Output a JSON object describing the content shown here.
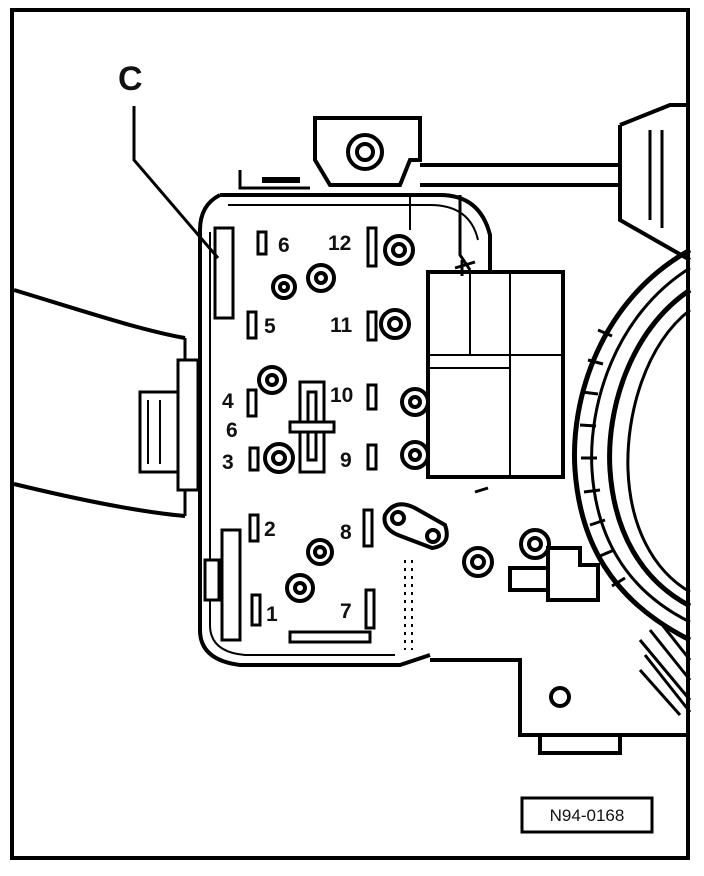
{
  "callout": "C",
  "reference_code": "N94-0168",
  "terminal_labels": {
    "t1": "1",
    "t2": "2",
    "t3": "3",
    "t4": "4",
    "t5": "5",
    "t6_top": "6",
    "t6_mid": "6",
    "t7": "7",
    "t8": "8",
    "t9": "9",
    "t10": "10",
    "t11": "11",
    "t12": "12"
  }
}
